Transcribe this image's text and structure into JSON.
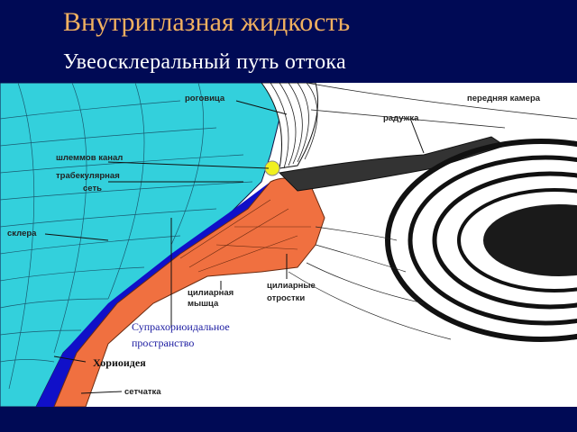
{
  "title": "Внутриглазная жидкость",
  "subtitle": "Увеосклеральный  путь  оттока",
  "labels": {
    "cornea": "роговица",
    "anterior_chamber": "передняя камера",
    "iris": "радужка",
    "schlemm_canal": "шлеммов канал",
    "trabecular_1": "трабекулярная",
    "trabecular_2": "сеть",
    "sclera": "склера",
    "ciliary_muscle_1": "цилиарная",
    "ciliary_muscle_2": "мышца",
    "ciliary_processes_1": "цилиарные",
    "ciliary_processes_2": "отростки",
    "suprachoroidal_1": "Супрахориоидальное",
    "suprachoroidal_2": "пространство",
    "choroid": "Хориоидея",
    "retina": "сетчатка"
  },
  "colors": {
    "background": "#000a55",
    "title": "#f0b060",
    "subtitle": "#ffffff",
    "sclera": "#33d0dc",
    "choroid_blue": "#1010c8",
    "muscle_orange": "#f07040",
    "schlemm_yellow": "#f0f020",
    "lens_dark": "#1a1a1a"
  }
}
